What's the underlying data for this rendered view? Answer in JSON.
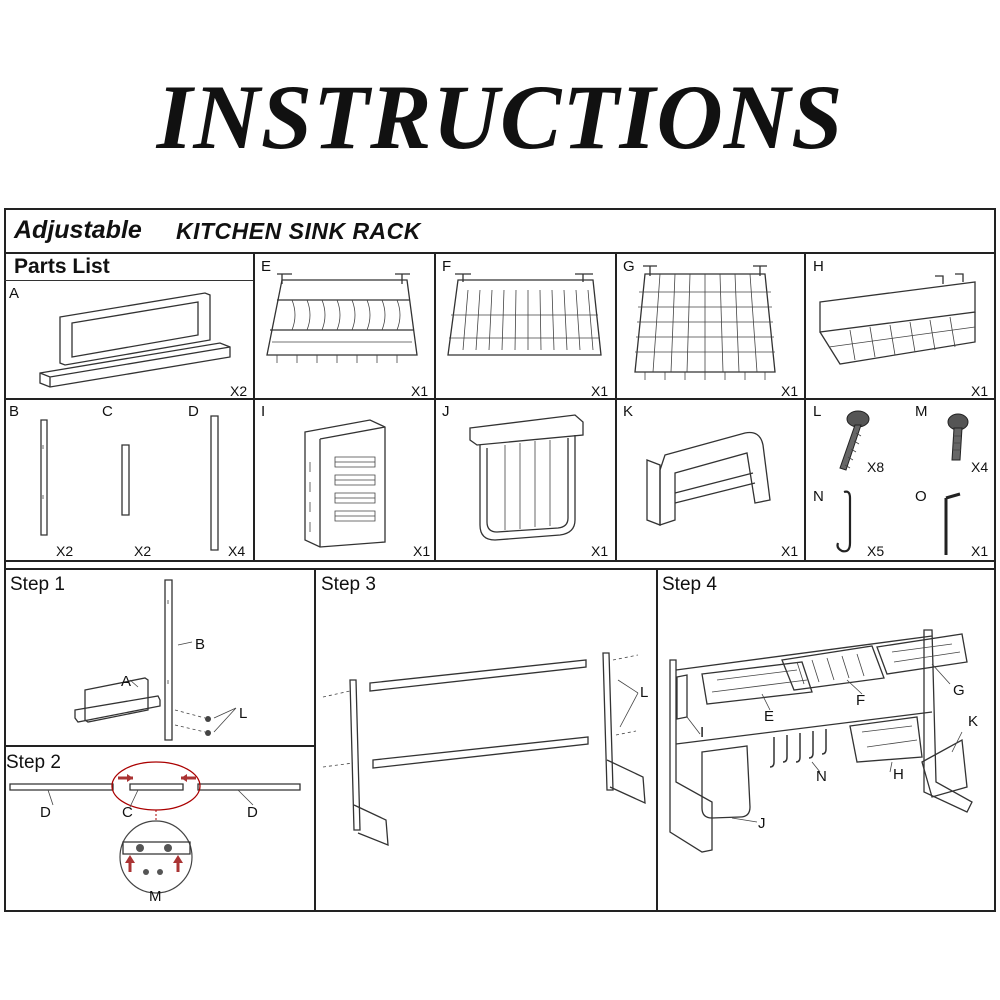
{
  "title": "INSTRUCTIONS",
  "header": {
    "adjustable": "Adjustable",
    "product": "KITCHEN SINK RACK",
    "parts_list": "Parts List"
  },
  "parts": [
    {
      "letter": "A",
      "qty": "X2"
    },
    {
      "letter": "E",
      "qty": "X1"
    },
    {
      "letter": "F",
      "qty": "X1"
    },
    {
      "letter": "G",
      "qty": "X1"
    },
    {
      "letter": "H",
      "qty": "X1"
    },
    {
      "letter": "B",
      "qty": "X2"
    },
    {
      "letter": "C",
      "qty": "X2"
    },
    {
      "letter": "D",
      "qty": "X4"
    },
    {
      "letter": "I",
      "qty": "X1"
    },
    {
      "letter": "J",
      "qty": "X1"
    },
    {
      "letter": "K",
      "qty": "X1"
    },
    {
      "letter": "L",
      "qty": "X8"
    },
    {
      "letter": "M",
      "qty": "X4"
    },
    {
      "letter": "N",
      "qty": "X5"
    },
    {
      "letter": "O",
      "qty": "X1"
    }
  ],
  "steps": [
    "Step 1",
    "Step 2",
    "Step 3",
    "Step 4"
  ],
  "callouts": {
    "s1": [
      "A",
      "B",
      "L"
    ],
    "s2": [
      "D",
      "C",
      "D",
      "M"
    ],
    "s3": [
      "L"
    ],
    "s4": [
      "I",
      "E",
      "F",
      "G",
      "K",
      "H",
      "N",
      "J"
    ]
  }
}
